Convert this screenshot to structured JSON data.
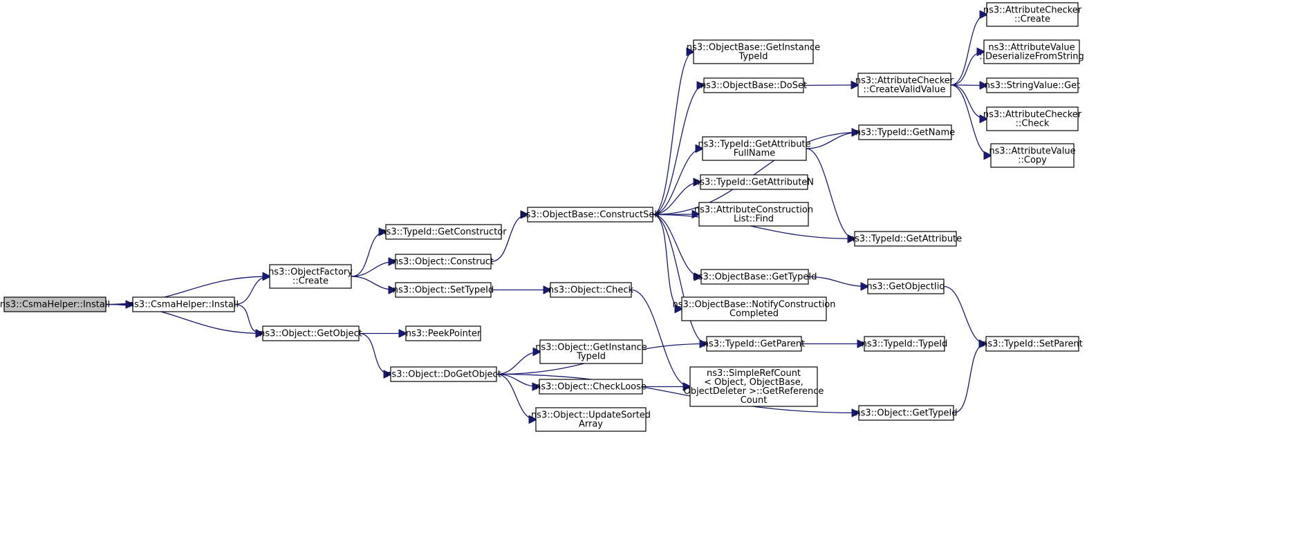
{
  "diagram": {
    "nodes": [
      {
        "id": "n0",
        "lines": [
          "ns3::CsmaHelper::Install"
        ],
        "root": true
      },
      {
        "id": "n1",
        "lines": [
          "ns3::CsmaHelper::Install"
        ]
      },
      {
        "id": "n2",
        "lines": [
          "ns3::ObjectFactory",
          "::Create"
        ]
      },
      {
        "id": "n3",
        "lines": [
          "ns3::Object::GetObject"
        ]
      },
      {
        "id": "n4",
        "lines": [
          "ns3::TypeId::GetConstructor"
        ]
      },
      {
        "id": "n5",
        "lines": [
          "ns3::Object::Construct"
        ]
      },
      {
        "id": "n6",
        "lines": [
          "ns3::Object::SetTypeId"
        ]
      },
      {
        "id": "n7",
        "lines": [
          "ns3::PeekPointer"
        ]
      },
      {
        "id": "n8",
        "lines": [
          "ns3::Object::DoGetObject"
        ]
      },
      {
        "id": "n9",
        "lines": [
          "ns3::ObjectBase::ConstructSelf"
        ]
      },
      {
        "id": "n10",
        "lines": [
          "ns3::Object::Check"
        ]
      },
      {
        "id": "n11",
        "lines": [
          "ns3::Object::GetInstance",
          "TypeId"
        ]
      },
      {
        "id": "n12",
        "lines": [
          "ns3::Object::CheckLoose"
        ]
      },
      {
        "id": "n13",
        "lines": [
          "ns3::Object::UpdateSorted",
          "Array"
        ]
      },
      {
        "id": "n14",
        "lines": [
          "ns3::ObjectBase::GetInstance",
          "TypeId"
        ]
      },
      {
        "id": "n15",
        "lines": [
          "ns3::ObjectBase::DoSet"
        ]
      },
      {
        "id": "n16",
        "lines": [
          "ns3::TypeId::GetAttribute",
          "FullName"
        ]
      },
      {
        "id": "n17",
        "lines": [
          "ns3::TypeId::GetAttributeN"
        ]
      },
      {
        "id": "n18",
        "lines": [
          "ns3::AttributeConstruction",
          "List::Find"
        ]
      },
      {
        "id": "n19",
        "lines": [
          "ns3::ObjectBase::GetTypeId"
        ]
      },
      {
        "id": "n20",
        "lines": [
          "ns3::ObjectBase::NotifyConstruction",
          "Completed"
        ]
      },
      {
        "id": "n21",
        "lines": [
          "ns3::TypeId::GetParent"
        ]
      },
      {
        "id": "n22",
        "lines": [
          "ns3::SimpleRefCount",
          "< Object, ObjectBase,",
          "ObjectDeleter >::GetReference",
          "Count"
        ]
      },
      {
        "id": "n23",
        "lines": [
          "ns3::AttributeChecker",
          "::CreateValidValue"
        ]
      },
      {
        "id": "n24",
        "lines": [
          "ns3::TypeId::GetName"
        ]
      },
      {
        "id": "n25",
        "lines": [
          "ns3::TypeId::GetAttribute"
        ]
      },
      {
        "id": "n26",
        "lines": [
          "ns3::GetObjectIid"
        ]
      },
      {
        "id": "n27",
        "lines": [
          "ns3::TypeId::TypeId"
        ]
      },
      {
        "id": "n28",
        "lines": [
          "ns3::Object::GetTypeId"
        ]
      },
      {
        "id": "n29",
        "lines": [
          "ns3::AttributeChecker",
          "::Create"
        ]
      },
      {
        "id": "n30",
        "lines": [
          "ns3::AttributeValue",
          "::DeserializeFromString"
        ]
      },
      {
        "id": "n31",
        "lines": [
          "ns3::StringValue::Get"
        ]
      },
      {
        "id": "n32",
        "lines": [
          "ns3::AttributeChecker",
          "::Check"
        ]
      },
      {
        "id": "n33",
        "lines": [
          "ns3::AttributeValue",
          "::Copy"
        ]
      },
      {
        "id": "n34",
        "lines": [
          "ns3::TypeId::SetParent"
        ]
      }
    ],
    "edges": [
      [
        "n0",
        "n1"
      ],
      [
        "n0",
        "n2"
      ],
      [
        "n0",
        "n3"
      ],
      [
        "n1",
        "n2"
      ],
      [
        "n1",
        "n3"
      ],
      [
        "n2",
        "n4"
      ],
      [
        "n2",
        "n5"
      ],
      [
        "n2",
        "n6"
      ],
      [
        "n3",
        "n7"
      ],
      [
        "n3",
        "n8"
      ],
      [
        "n5",
        "n9"
      ],
      [
        "n6",
        "n10"
      ],
      [
        "n8",
        "n11"
      ],
      [
        "n8",
        "n12"
      ],
      [
        "n8",
        "n13"
      ],
      [
        "n8",
        "n21"
      ],
      [
        "n8",
        "n28"
      ],
      [
        "n9",
        "n14"
      ],
      [
        "n9",
        "n15"
      ],
      [
        "n9",
        "n24"
      ],
      [
        "n9",
        "n16"
      ],
      [
        "n9",
        "n17"
      ],
      [
        "n9",
        "n18"
      ],
      [
        "n9",
        "n25"
      ],
      [
        "n9",
        "n19"
      ],
      [
        "n9",
        "n20"
      ],
      [
        "n9",
        "n21"
      ],
      [
        "n10",
        "n22"
      ],
      [
        "n12",
        "n22"
      ],
      [
        "n15",
        "n23"
      ],
      [
        "n16",
        "n24"
      ],
      [
        "n16",
        "n25"
      ],
      [
        "n19",
        "n26"
      ],
      [
        "n21",
        "n27"
      ],
      [
        "n23",
        "n29"
      ],
      [
        "n23",
        "n30"
      ],
      [
        "n23",
        "n31"
      ],
      [
        "n23",
        "n32"
      ],
      [
        "n23",
        "n33"
      ],
      [
        "n26",
        "n34"
      ],
      [
        "n28",
        "n34"
      ]
    ]
  }
}
